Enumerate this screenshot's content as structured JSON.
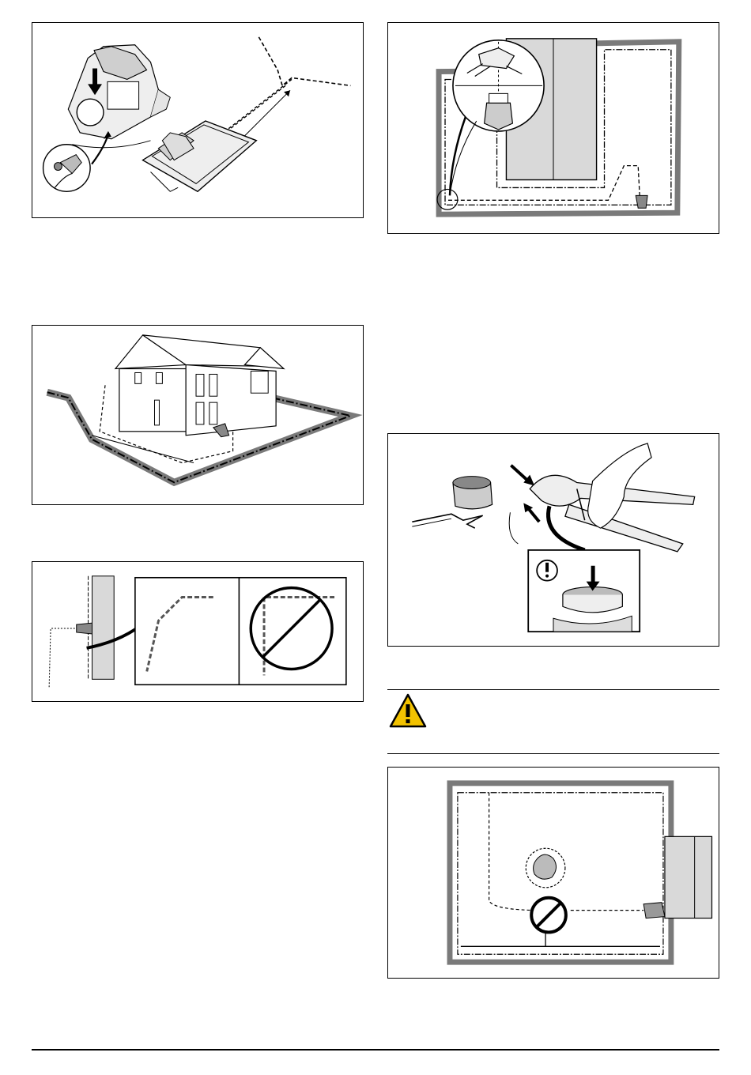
{
  "figures": [
    {
      "name": "charging-station-connection",
      "callout": ""
    },
    {
      "name": "guide-wire-connector-layout",
      "callout": ""
    },
    {
      "name": "house-boundary-wire-layout",
      "callout": ""
    },
    {
      "name": "wire-pliers-connector",
      "callout": ""
    },
    {
      "name": "wire-corner-angles",
      "callout": ""
    },
    {
      "name": "guide-wire-obstacle",
      "callout": ""
    }
  ],
  "warning": {
    "icon": "warning-triangle-icon",
    "text": ""
  },
  "colors": {
    "line": "#000000",
    "grey_fill": "#d9d9d9",
    "dark_grey": "#7a7a7a",
    "warning_yellow": "#f2c200"
  }
}
